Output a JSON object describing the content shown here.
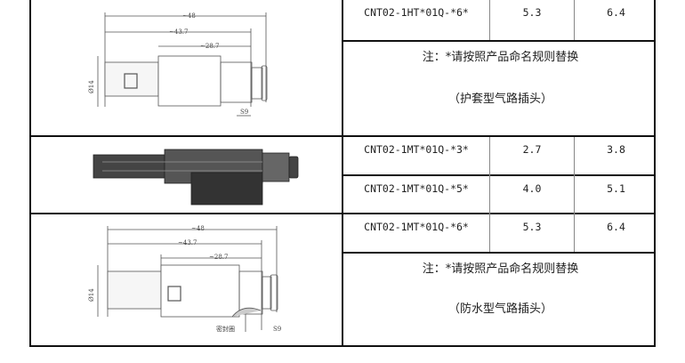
{
  "sections": [
    {
      "drawing": {
        "dims": [
          "~48",
          "~43.7",
          "~28.7",
          "Ø14",
          "S9"
        ]
      },
      "rows": [
        {
          "model": "CNT02-1HT*01Q-*6*",
          "v1": "5.3",
          "v2": "6.4"
        }
      ],
      "note": {
        "line1": "注：*请按照产品命名规则替换",
        "line2": "（护套型气路插头）"
      }
    },
    {
      "rows": [
        {
          "model": "CNT02-1MT*01Q-*3*",
          "v1": "2.7",
          "v2": "3.8"
        },
        {
          "model": "CNT02-1MT*01Q-*5*",
          "v1": "4.0",
          "v2": "5.1"
        }
      ]
    },
    {
      "drawing": {
        "dims": [
          "~48",
          "~43.7",
          "~28.7",
          "Ø14",
          "S9"
        ],
        "seal_label": "密封圈"
      },
      "rows": [
        {
          "model": "CNT02-1MT*01Q-*6*",
          "v1": "5.3",
          "v2": "6.4"
        }
      ],
      "note": {
        "line1": "注：*请按照产品命名规则替换",
        "line2": "（防水型气路插头）"
      }
    }
  ]
}
